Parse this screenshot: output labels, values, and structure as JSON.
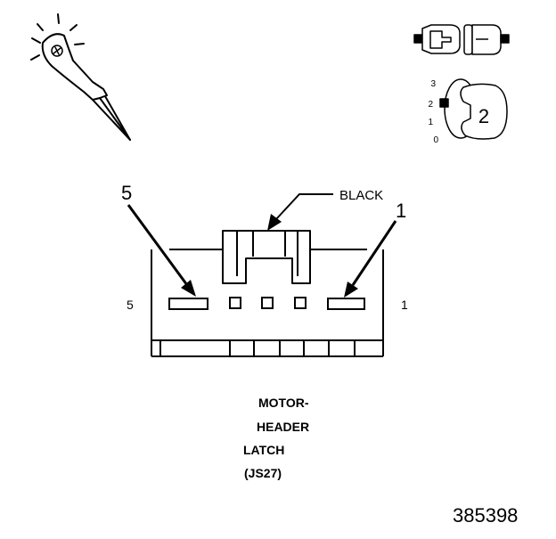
{
  "callout_label": "BLACK",
  "pin_markers": {
    "left_arrow": "5",
    "right_arrow": "1",
    "left_row": "5",
    "right_row": "1"
  },
  "caption": {
    "line1": "MOTOR-",
    "line2": "HEADER",
    "line3": "LATCH",
    "line4": "(JS27)"
  },
  "key_icon": {
    "positions": [
      "3",
      "2",
      "1",
      "0"
    ],
    "number": "2"
  },
  "figure_number": "385398",
  "icons": [
    "probe-tool-icon",
    "connector-plug-icon",
    "ignition-key-icon"
  ],
  "colors": {
    "line": "#000000",
    "background": "#ffffff"
  }
}
